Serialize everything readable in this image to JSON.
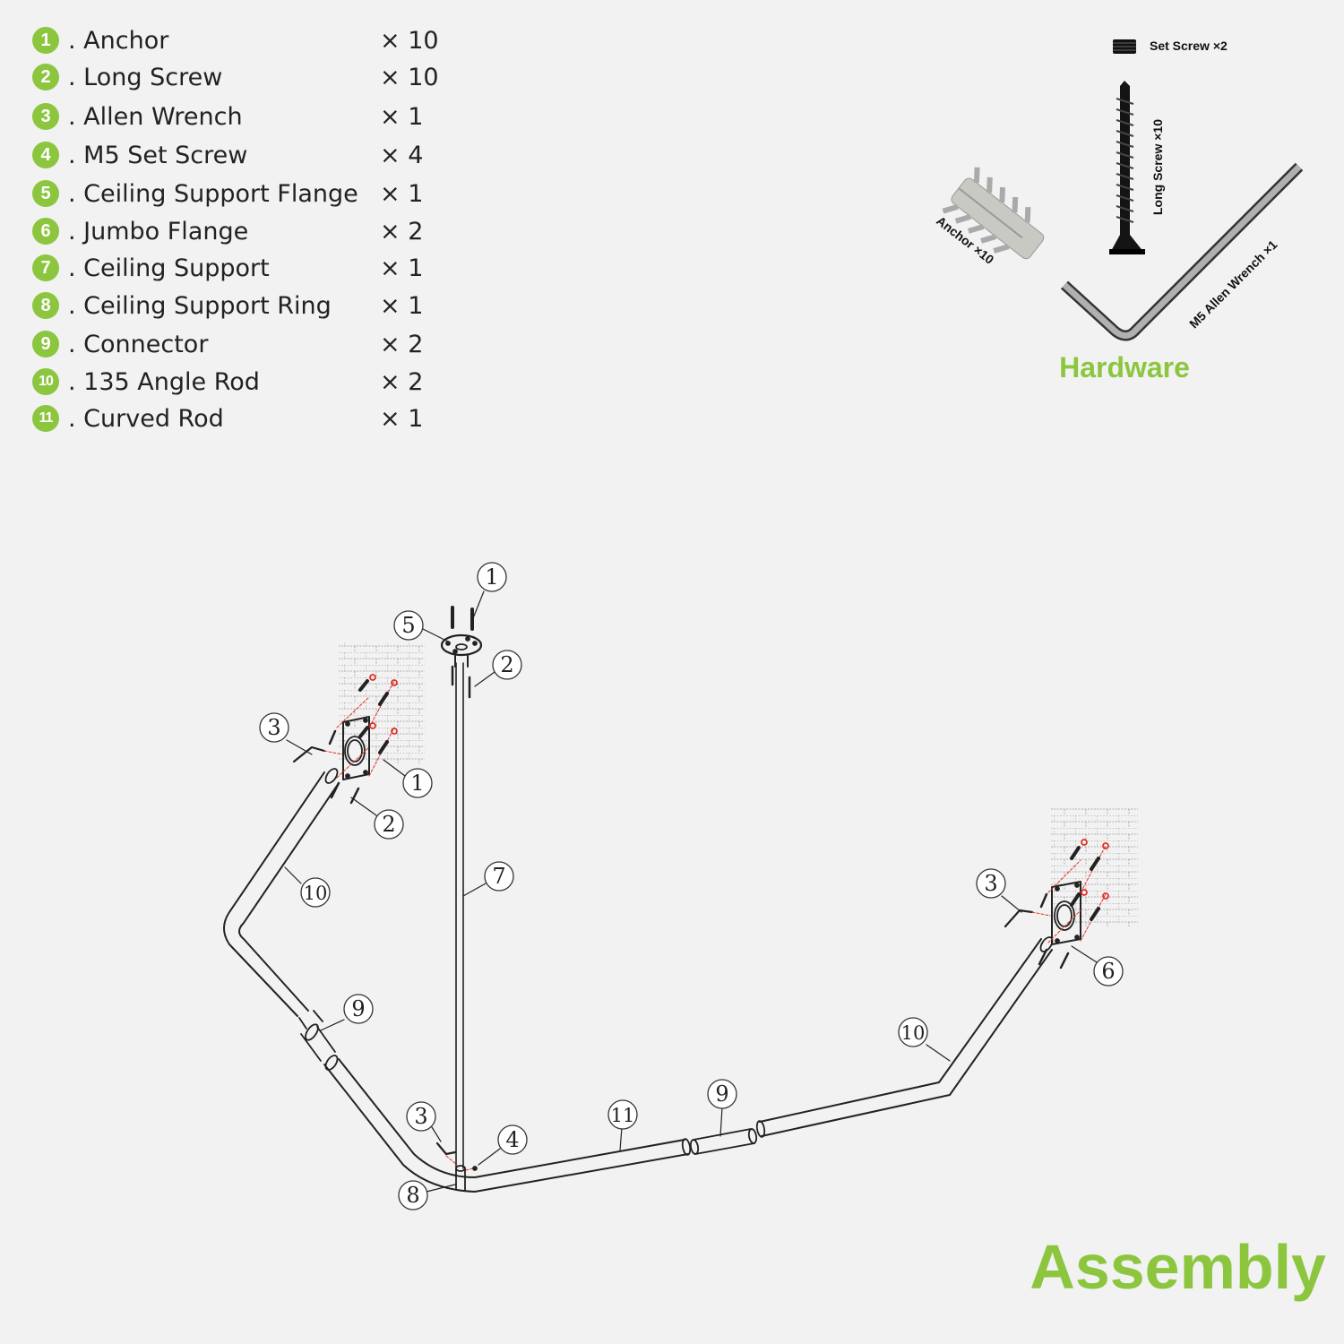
{
  "parts": [
    {
      "num": "1",
      "name": ". Anchor",
      "qty": "× 10"
    },
    {
      "num": "2",
      "name": ". Long Screw",
      "qty": "× 10"
    },
    {
      "num": "3",
      "name": ". Allen Wrench",
      "qty": "× 1"
    },
    {
      "num": "4",
      "name": ". M5 Set Screw",
      "qty": "× 4"
    },
    {
      "num": "5",
      "name": ". Ceiling Support Flange",
      "qty": "× 1"
    },
    {
      "num": "6",
      "name": ". Jumbo Flange",
      "qty": "× 2"
    },
    {
      "num": "7",
      "name": ". Ceiling Support",
      "qty": "× 1"
    },
    {
      "num": "8",
      "name": ". Ceiling Support Ring",
      "qty": "× 1"
    },
    {
      "num": "9",
      "name": ". Connector",
      "qty": "× 2"
    },
    {
      "num": "10",
      "name": ". 135 Angle Rod",
      "qty": "× 2"
    },
    {
      "num": "11",
      "name": ". Curved Rod",
      "qty": "× 1"
    }
  ],
  "hardware": {
    "title": "Hardware",
    "set_screw_label": "Set Screw ×2",
    "long_screw_label": "Long Screw ×10",
    "anchor_label": "Anchor ×10",
    "wrench_label": "M5 Allen Wrench ×1"
  },
  "assembly_title": "Assembly",
  "callouts": {
    "c1a": "1",
    "c5": "5",
    "c2a": "2",
    "c3a": "3",
    "c1b": "1",
    "c2b": "2",
    "c7": "7",
    "c10a": "10",
    "c9a": "9",
    "c3b": "3",
    "c4": "4",
    "c8": "8",
    "c11": "11",
    "c9b": "9",
    "c10b": "10",
    "c3c": "3",
    "c6": "6"
  },
  "colors": {
    "accent": "#8cc63f",
    "line": "#222222",
    "hole": "#e0302a",
    "background": "#f2f2f2"
  }
}
